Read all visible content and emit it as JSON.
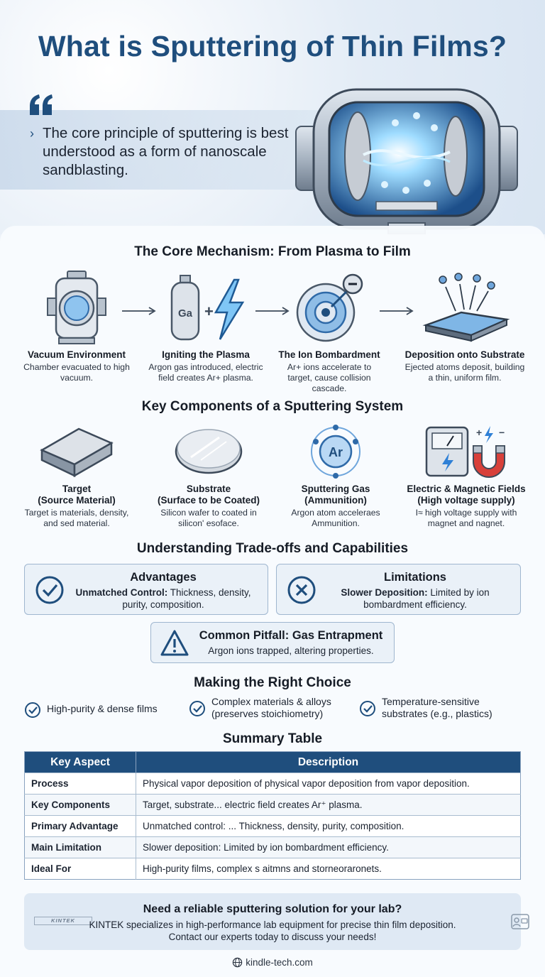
{
  "hero": {
    "title": "What is Sputtering of Thin Films?",
    "quote": "The core principle of sputtering is best understood as a form of nanoscale sandblasting."
  },
  "mechanism": {
    "title": "The Core Mechanism: From Plasma to Film",
    "gas_label": "Ga",
    "steps": [
      {
        "title": "Vacuum Environment",
        "desc": "Chamber evacuated to high vacuum."
      },
      {
        "title": "Igniting the Plasma",
        "desc": "Argon gas introduced, electric field creates Ar+ plasma."
      },
      {
        "title": "The Ion Bombardment",
        "desc": "Ar+ ions accelerate to target, cause collision cascade."
      },
      {
        "title": "Deposition onto Substrate",
        "desc": "Ejected atoms deposit, building a thin, uniform film."
      }
    ]
  },
  "components": {
    "title": "Key Components of a Sputtering System",
    "ar_label": "Ar",
    "items": [
      {
        "title": "Target",
        "subtitle": "(Source Material)",
        "desc": "Target is materials, density, and sed material."
      },
      {
        "title": "Substrate",
        "subtitle": "(Surface to be Coated)",
        "desc": "Silicon wafer to coated in silicon' esoface."
      },
      {
        "title": "Sputtering Gas",
        "subtitle": "(Ammunition)",
        "desc": "Argon atom acceleraes Ammunition."
      },
      {
        "title": "Electric & Magnetic Fields",
        "subtitle": "(High voltage supply)",
        "desc": "I≈ high voltage supply with magnet and nagnet."
      }
    ]
  },
  "tradeoffs": {
    "title": "Understanding Trade-offs and Capabilities",
    "advantages": {
      "title": "Advantages",
      "lead": "Unmatched Control:",
      "text": "Thickness, density, purity, composition."
    },
    "limitations": {
      "title": "Limitations",
      "lead": "Slower Deposition:",
      "text": "Limited by ion bombardment efficiency."
    },
    "pitfall": {
      "title": "Common Pitfall: Gas Entrapment",
      "text": "Argon ions trapped, altering properties."
    }
  },
  "choice": {
    "title": "Making the Right Choice",
    "items": [
      {
        "line1": "High-purity & dense films",
        "line2": ""
      },
      {
        "line1": "Complex materials & alloys",
        "line2": "(preserves stoichiometry)"
      },
      {
        "line1": "Temperature-sensitive",
        "line2": "substrates (e.g., plastics)"
      }
    ]
  },
  "summary": {
    "title": "Summary Table",
    "headers": [
      "Key Aspect",
      "Description"
    ],
    "rows": [
      {
        "aspect": "Process",
        "desc": "Physical vapor deposition of physical vapor deposition from vapor deposition."
      },
      {
        "aspect": "Key Components",
        "desc": "Target, substrate... electric field creates Ar⁺ plasma."
      },
      {
        "aspect": "Primary Advantage",
        "desc": "Unmatched control: ... Thickness, density, purity, composition."
      },
      {
        "aspect": "Main Limitation",
        "desc": "Slower deposition: Limited by ion bombardment efficiency."
      },
      {
        "aspect": "Ideal For",
        "desc": "High-purity films, complex s aitmns and storneoraronets."
      }
    ]
  },
  "cta": {
    "title": "Need a reliable sputtering solution for your lab?",
    "logo": "KINTEK",
    "line1": "KINTEK specializes in high-performance lab equipment for precise thin film deposition.",
    "line2": "Contact our experts today to discuss your needs!"
  },
  "footer": {
    "url": "kindle-tech.com"
  },
  "colors": {
    "primary": "#1f4e7d",
    "accent": "#2f80d6",
    "magnet_red": "#d8403a"
  }
}
